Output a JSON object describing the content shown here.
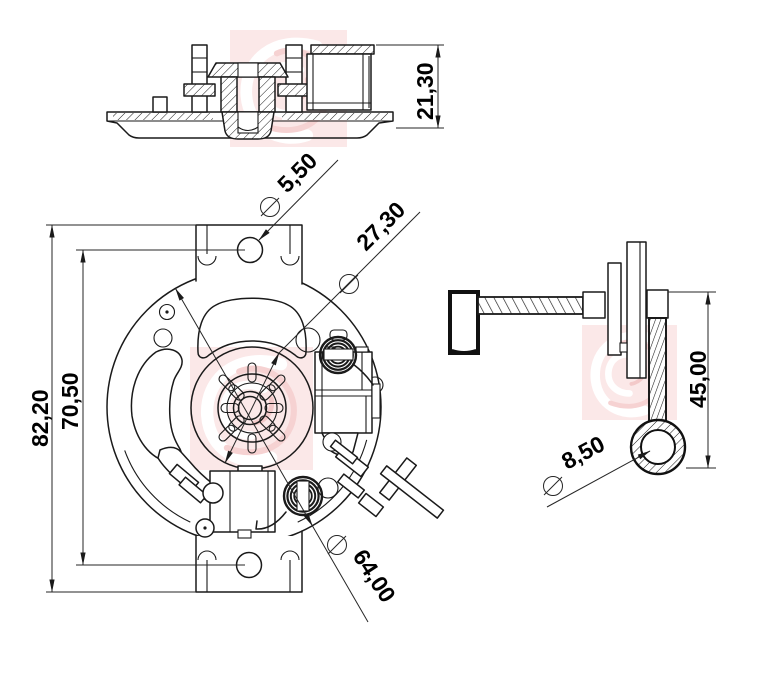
{
  "drawing": {
    "dimensions": {
      "side_view_height": "21,30",
      "mount_hole_diameter": "5,50",
      "bore_diameter": "27,30",
      "overall_height": "82,20",
      "hole_center_distance": "70,50",
      "body_diameter": "64,00",
      "brush_detail_height": "45,00",
      "eyelet_diameter": "8,50"
    },
    "colors": {
      "line": "#1a1a1a",
      "dimension_text": "#000000",
      "watermark_background": "#fbe8e8",
      "watermark_swirl": "#ffffff"
    }
  }
}
